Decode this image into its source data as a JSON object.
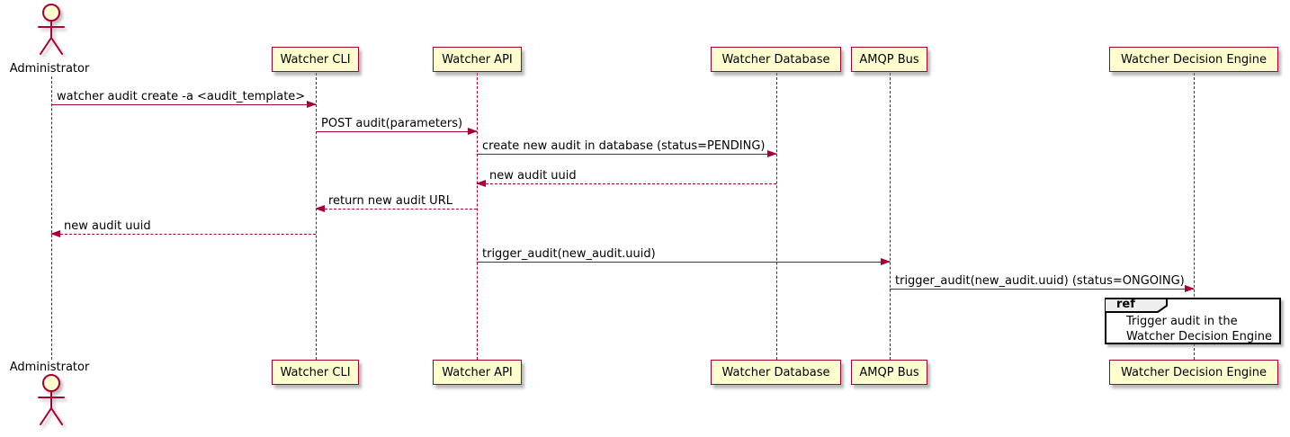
{
  "diagram": {
    "type": "sequence-diagram",
    "colors": {
      "participant_fill": "#FEFECE",
      "participant_border": "#A80036",
      "lifeline": "#A80036",
      "arrow": "#A80036",
      "text": "#000000",
      "ref_fill": "#FFFFFF",
      "ref_border": "#000000",
      "ref_tab_fill": "#EEEEEE"
    },
    "actor": {
      "label": "Administrator"
    },
    "participants": [
      {
        "id": "watcher-cli",
        "label": "Watcher CLI"
      },
      {
        "id": "watcher-api",
        "label": "Watcher API"
      },
      {
        "id": "watcher-database",
        "label": "Watcher Database"
      },
      {
        "id": "amqp-bus",
        "label": "AMQP Bus"
      },
      {
        "id": "watcher-decision-engine",
        "label": "Watcher Decision Engine"
      }
    ],
    "messages": [
      {
        "from": "Administrator",
        "to": "Watcher CLI",
        "label": "watcher audit create -a <audit_template>",
        "line": "solid",
        "direction": "right"
      },
      {
        "from": "Watcher CLI",
        "to": "Watcher API",
        "label": "POST audit(parameters)",
        "line": "solid",
        "direction": "right"
      },
      {
        "from": "Watcher API",
        "to": "Watcher Database",
        "label": "create new audit in database (status=PENDING)",
        "line": "solid",
        "direction": "right"
      },
      {
        "from": "Watcher Database",
        "to": "Watcher API",
        "label": "new audit uuid",
        "line": "dashed",
        "direction": "left"
      },
      {
        "from": "Watcher API",
        "to": "Watcher CLI",
        "label": "return new audit URL",
        "line": "dashed",
        "direction": "left"
      },
      {
        "from": "Watcher CLI",
        "to": "Administrator",
        "label": "new audit uuid",
        "line": "dashed",
        "direction": "left"
      },
      {
        "from": "Watcher API",
        "to": "AMQP Bus",
        "label": "trigger_audit(new_audit.uuid)",
        "line": "solid",
        "direction": "right"
      },
      {
        "from": "AMQP Bus",
        "to": "Watcher Decision Engine",
        "label": "trigger_audit(new_audit.uuid) (status=ONGOING)",
        "line": "solid",
        "direction": "right"
      }
    ],
    "ref_fragment": {
      "keyword": "ref",
      "lines": [
        "Trigger audit in the",
        "Watcher Decision Engine"
      ]
    }
  }
}
